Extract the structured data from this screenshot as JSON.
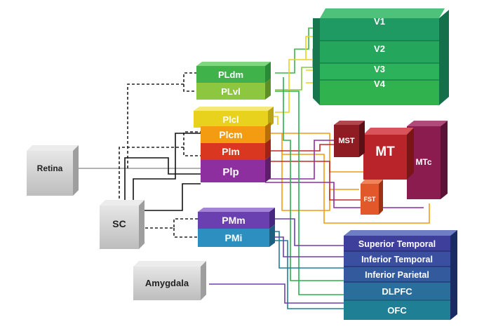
{
  "boxes": {
    "retina": "Retina",
    "sc": "SC",
    "amygdala": "Amygdala",
    "pldm": "PLdm",
    "plvl": "PLvl",
    "plcl": "Plcl",
    "plcm": "Plcm",
    "plm": "Plm",
    "plp": "Plp",
    "pmm": "PMm",
    "pmi": "PMi",
    "v1": "V1",
    "v2": "V2",
    "v3": "V3",
    "v4": "V4",
    "mst": "MST",
    "mt": "MT",
    "mtc": "MTc",
    "fst": "FST",
    "superior_temporal": "Superior Temporal",
    "inferior_temporal": "Inferior Temporal",
    "inferior_parietal": "Inferior Parietal",
    "dlpfc": "DLPFC",
    "ofc": "OFC"
  },
  "colors": {
    "pldm": "#3fb34a",
    "plvl": "#8dc63f",
    "plcl": "#e8d21d",
    "plcm": "#f39c12",
    "plm": "#e8442b",
    "plp": "#8e2fa0",
    "pmm": "#6a3fb0",
    "pmi": "#2c8fbf",
    "visual": "#1e9e6a",
    "mt_red": "#b8242a",
    "mtc": "#8a1c4f",
    "cortex_blue": "#3a4fa0",
    "cortex_teal": "#1f7f95",
    "gray_box": "#c9c9c9"
  }
}
